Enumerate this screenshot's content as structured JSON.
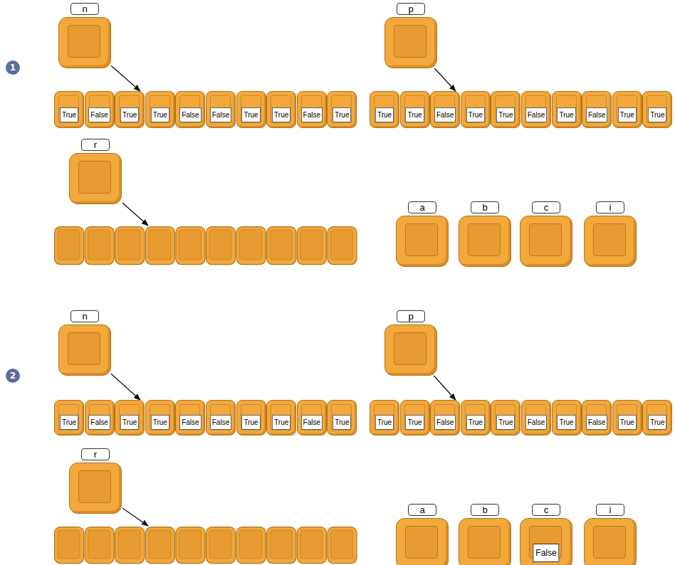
{
  "diagram": {
    "nodes": [
      {
        "text": [
          "1"
        ]
      },
      {
        "text": [
          "n"
        ]
      },
      {
        "text": [
          "True"
        ]
      },
      {
        "text": [
          "False"
        ]
      },
      {
        "text": [
          "True"
        ]
      },
      {
        "text": [
          "True"
        ]
      },
      {
        "text": [
          "False"
        ]
      },
      {
        "text": [
          "False"
        ]
      },
      {
        "text": [
          "True"
        ]
      },
      {
        "text": [
          "True"
        ]
      },
      {
        "text": [
          "False"
        ]
      },
      {
        "text": [
          "True"
        ]
      },
      {
        "text": [
          "p"
        ]
      },
      {
        "text": [
          "True"
        ]
      },
      {
        "text": [
          "True"
        ]
      },
      {
        "text": [
          "False"
        ]
      },
      {
        "text": [
          "True"
        ]
      },
      {
        "text": [
          "True"
        ]
      },
      {
        "text": [
          "False"
        ]
      },
      {
        "text": [
          "True"
        ]
      },
      {
        "text": [
          "False"
        ]
      },
      {
        "text": [
          "True"
        ]
      },
      {
        "text": [
          "True"
        ]
      },
      {
        "text": [
          "r"
        ]
      },
      {
        "text": [
          "a"
        ]
      },
      {
        "text": [
          "b"
        ]
      },
      {
        "text": [
          "c"
        ]
      },
      {
        "text": [
          "i"
        ]
      },
      {
        "text": [
          "2"
        ]
      },
      {
        "text": [
          "n"
        ]
      },
      {
        "text": [
          "True"
        ]
      },
      {
        "text": [
          "False"
        ]
      },
      {
        "text": [
          "True"
        ]
      },
      {
        "text": [
          "True"
        ]
      },
      {
        "text": [
          "False"
        ]
      },
      {
        "text": [
          "False"
        ]
      },
      {
        "text": [
          "True"
        ]
      },
      {
        "text": [
          "True"
        ]
      },
      {
        "text": [
          "False"
        ]
      },
      {
        "text": [
          "True"
        ]
      },
      {
        "text": [
          "p"
        ]
      },
      {
        "text": [
          "True"
        ]
      },
      {
        "text": [
          "True"
        ]
      },
      {
        "text": [
          "False"
        ]
      },
      {
        "text": [
          "True"
        ]
      },
      {
        "text": [
          "True"
        ]
      },
      {
        "text": [
          "False"
        ]
      },
      {
        "text": [
          "True"
        ]
      },
      {
        "text": [
          "False"
        ]
      },
      {
        "text": [
          "True"
        ]
      },
      {
        "text": [
          "True"
        ]
      },
      {
        "text": [
          "r"
        ]
      },
      {
        "text": [
          "a"
        ]
      },
      {
        "text": [
          "b"
        ]
      },
      {
        "text": [
          "c",
          "False"
        ]
      },
      {
        "text": [
          "i"
        ]
      }
    ],
    "edges": [
      {
        "from": 1,
        "to": 4,
        "arrow": "to"
      },
      {
        "from": 12,
        "to": 15,
        "arrow": "to"
      },
      {
        "from": 29,
        "to": 32,
        "arrow": "to"
      },
      {
        "from": 40,
        "to": 43,
        "arrow": "to"
      }
    ]
  }
}
